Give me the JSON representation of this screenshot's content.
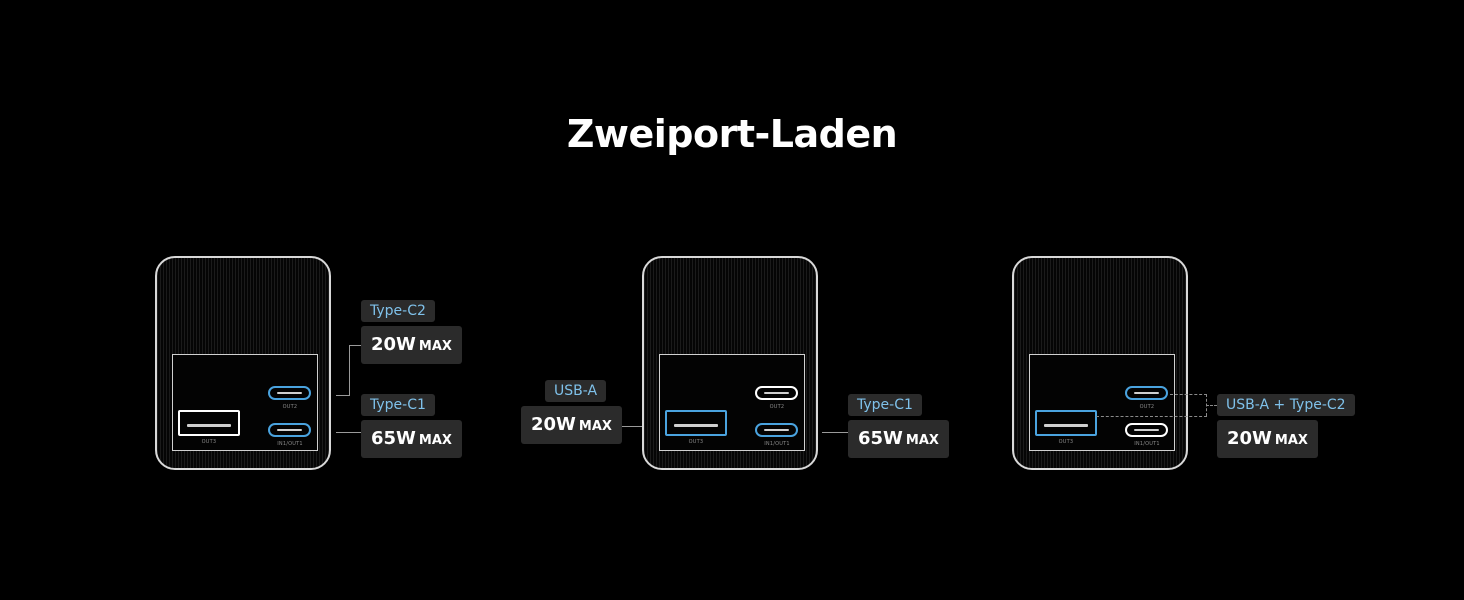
{
  "title": "Zweiport-Laden",
  "colors": {
    "active_blue": "#4aa3df",
    "tag_text": "#7fc1ea",
    "box_bg": "#2b2b2b"
  },
  "port_labels": {
    "usb_a": "OUT3",
    "type_c2": "OUT2",
    "type_c1": "IN1/OUT1"
  },
  "configs": [
    {
      "tags": [
        {
          "label": "Type-C2",
          "watt": "20W",
          "max": "MAX"
        },
        {
          "label": "Type-C1",
          "watt": "65W",
          "max": "MAX"
        }
      ]
    },
    {
      "tags": [
        {
          "label": "USB-A",
          "watt": "20W",
          "max": "MAX"
        },
        {
          "label": "Type-C1",
          "watt": "65W",
          "max": "MAX"
        }
      ]
    },
    {
      "tags": [
        {
          "label": "USB-A + Type-C2",
          "watt": "20W",
          "max": "MAX"
        }
      ]
    }
  ]
}
